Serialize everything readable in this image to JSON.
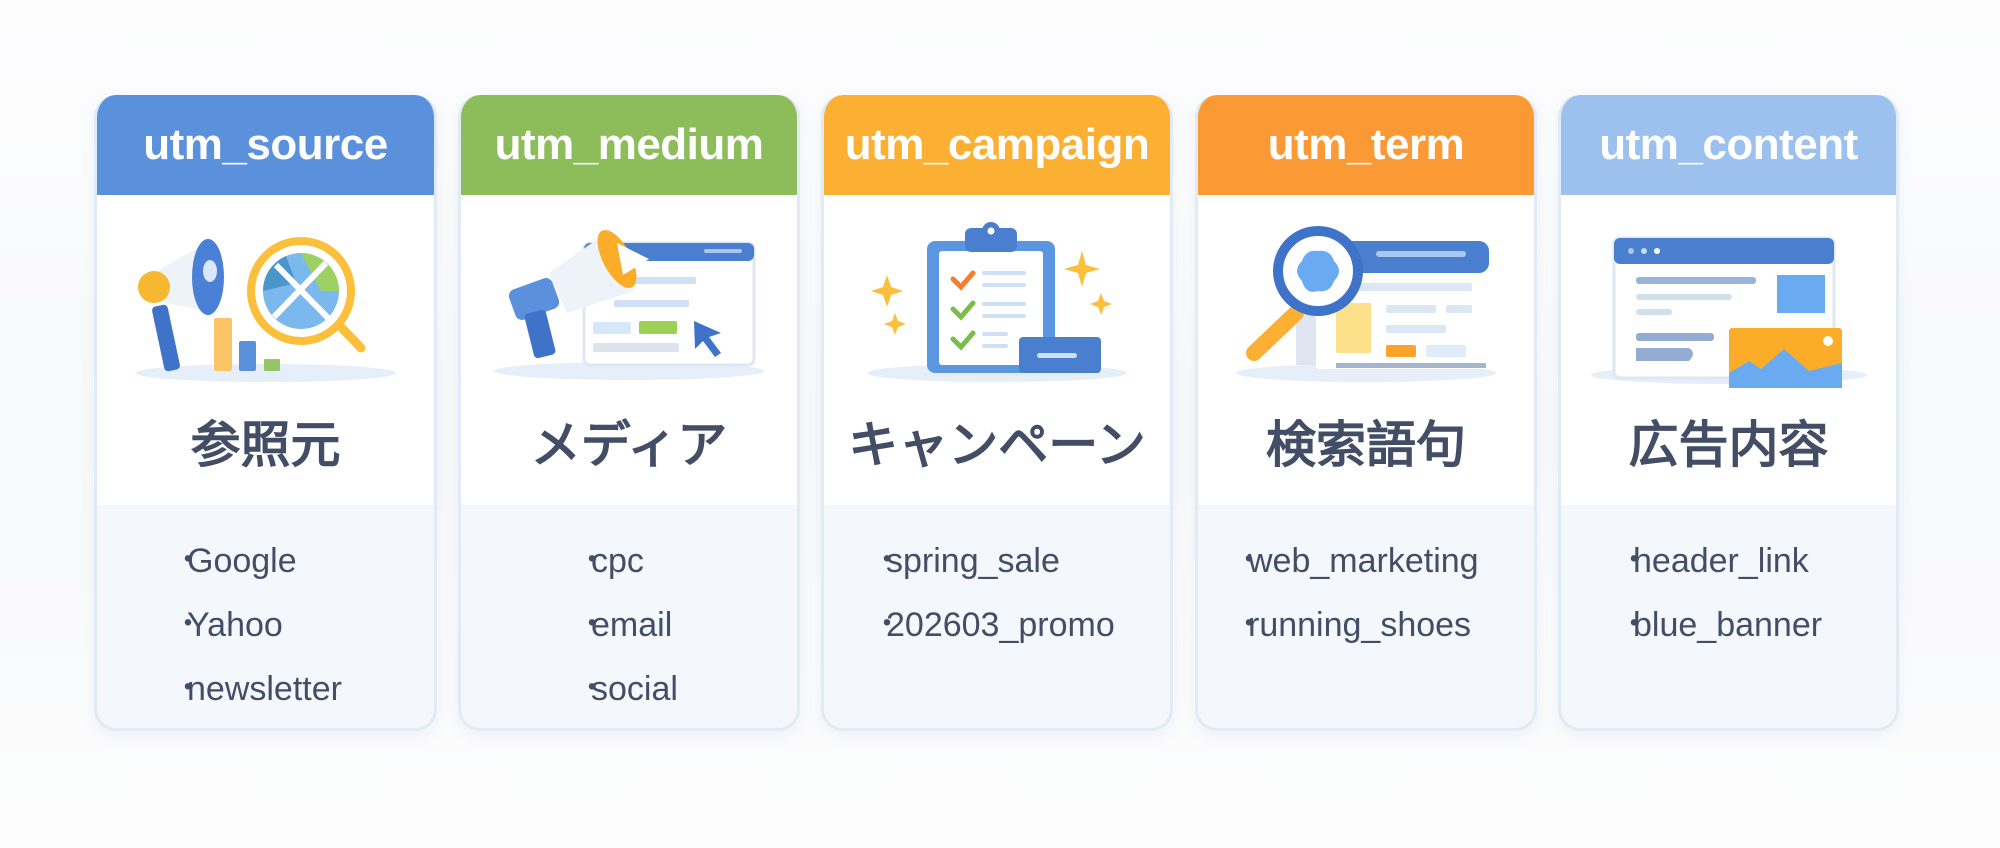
{
  "cards": [
    {
      "key": "utm_source",
      "color": "#5b91dc",
      "icon": "megaphone-globe-chart-icon",
      "label": "参照元",
      "items": [
        "Google",
        "Yahoo",
        "newsletter"
      ]
    },
    {
      "key": "utm_medium",
      "color": "#8cbd5a",
      "icon": "megaphone-browser-cursor-icon",
      "label": "メディア",
      "items": [
        "cpc",
        "email",
        "social"
      ]
    },
    {
      "key": "utm_campaign",
      "color": "#fbb034",
      "icon": "clipboard-checklist-icon",
      "label": "キャンペーン",
      "items": [
        "spring_sale",
        "202603_promo"
      ]
    },
    {
      "key": "utm_term",
      "color": "#fb9a35",
      "icon": "magnifier-search-page-icon",
      "label": "検索語句",
      "items": [
        "web_marketing",
        "running_shoes"
      ]
    },
    {
      "key": "utm_content",
      "color": "#9dc1ee",
      "icon": "browser-banner-image-icon",
      "label": "広告内容",
      "items": [
        "header_link",
        "blue_banner"
      ]
    }
  ],
  "bullet": "・"
}
